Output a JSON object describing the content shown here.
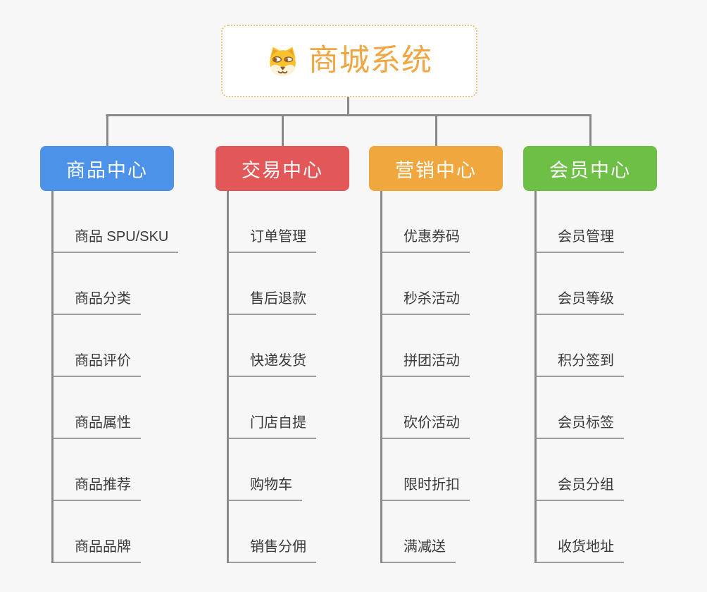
{
  "root": {
    "title": "商城系统",
    "icon": "dog-icon"
  },
  "branches": [
    {
      "label": "商品中心",
      "color": "#4b92e8",
      "children": [
        "商品 SPU/SKU",
        "商品分类",
        "商品评价",
        "商品属性",
        "商品推荐",
        "商品品牌"
      ]
    },
    {
      "label": "交易中心",
      "color": "#e25858",
      "children": [
        "订单管理",
        "售后退款",
        "快递发货",
        "门店自提",
        "购物车",
        "销售分佣"
      ]
    },
    {
      "label": "营销中心",
      "color": "#f0a73d",
      "children": [
        "优惠券码",
        "秒杀活动",
        "拼团活动",
        "砍价活动",
        "限时折扣",
        "满减送"
      ]
    },
    {
      "label": "会员中心",
      "color": "#6dbf45",
      "children": [
        "会员管理",
        "会员等级",
        "积分签到",
        "会员标签",
        "会员分组",
        "收货地址"
      ]
    }
  ],
  "colors": {
    "root_accent": "#f0a642",
    "root_border": "#f0c27e",
    "connector": "#8a8a8a",
    "leaf_underline": "#9c9c9c",
    "leaf_text": "#3a3a3a",
    "background": "#f7f7f7"
  }
}
